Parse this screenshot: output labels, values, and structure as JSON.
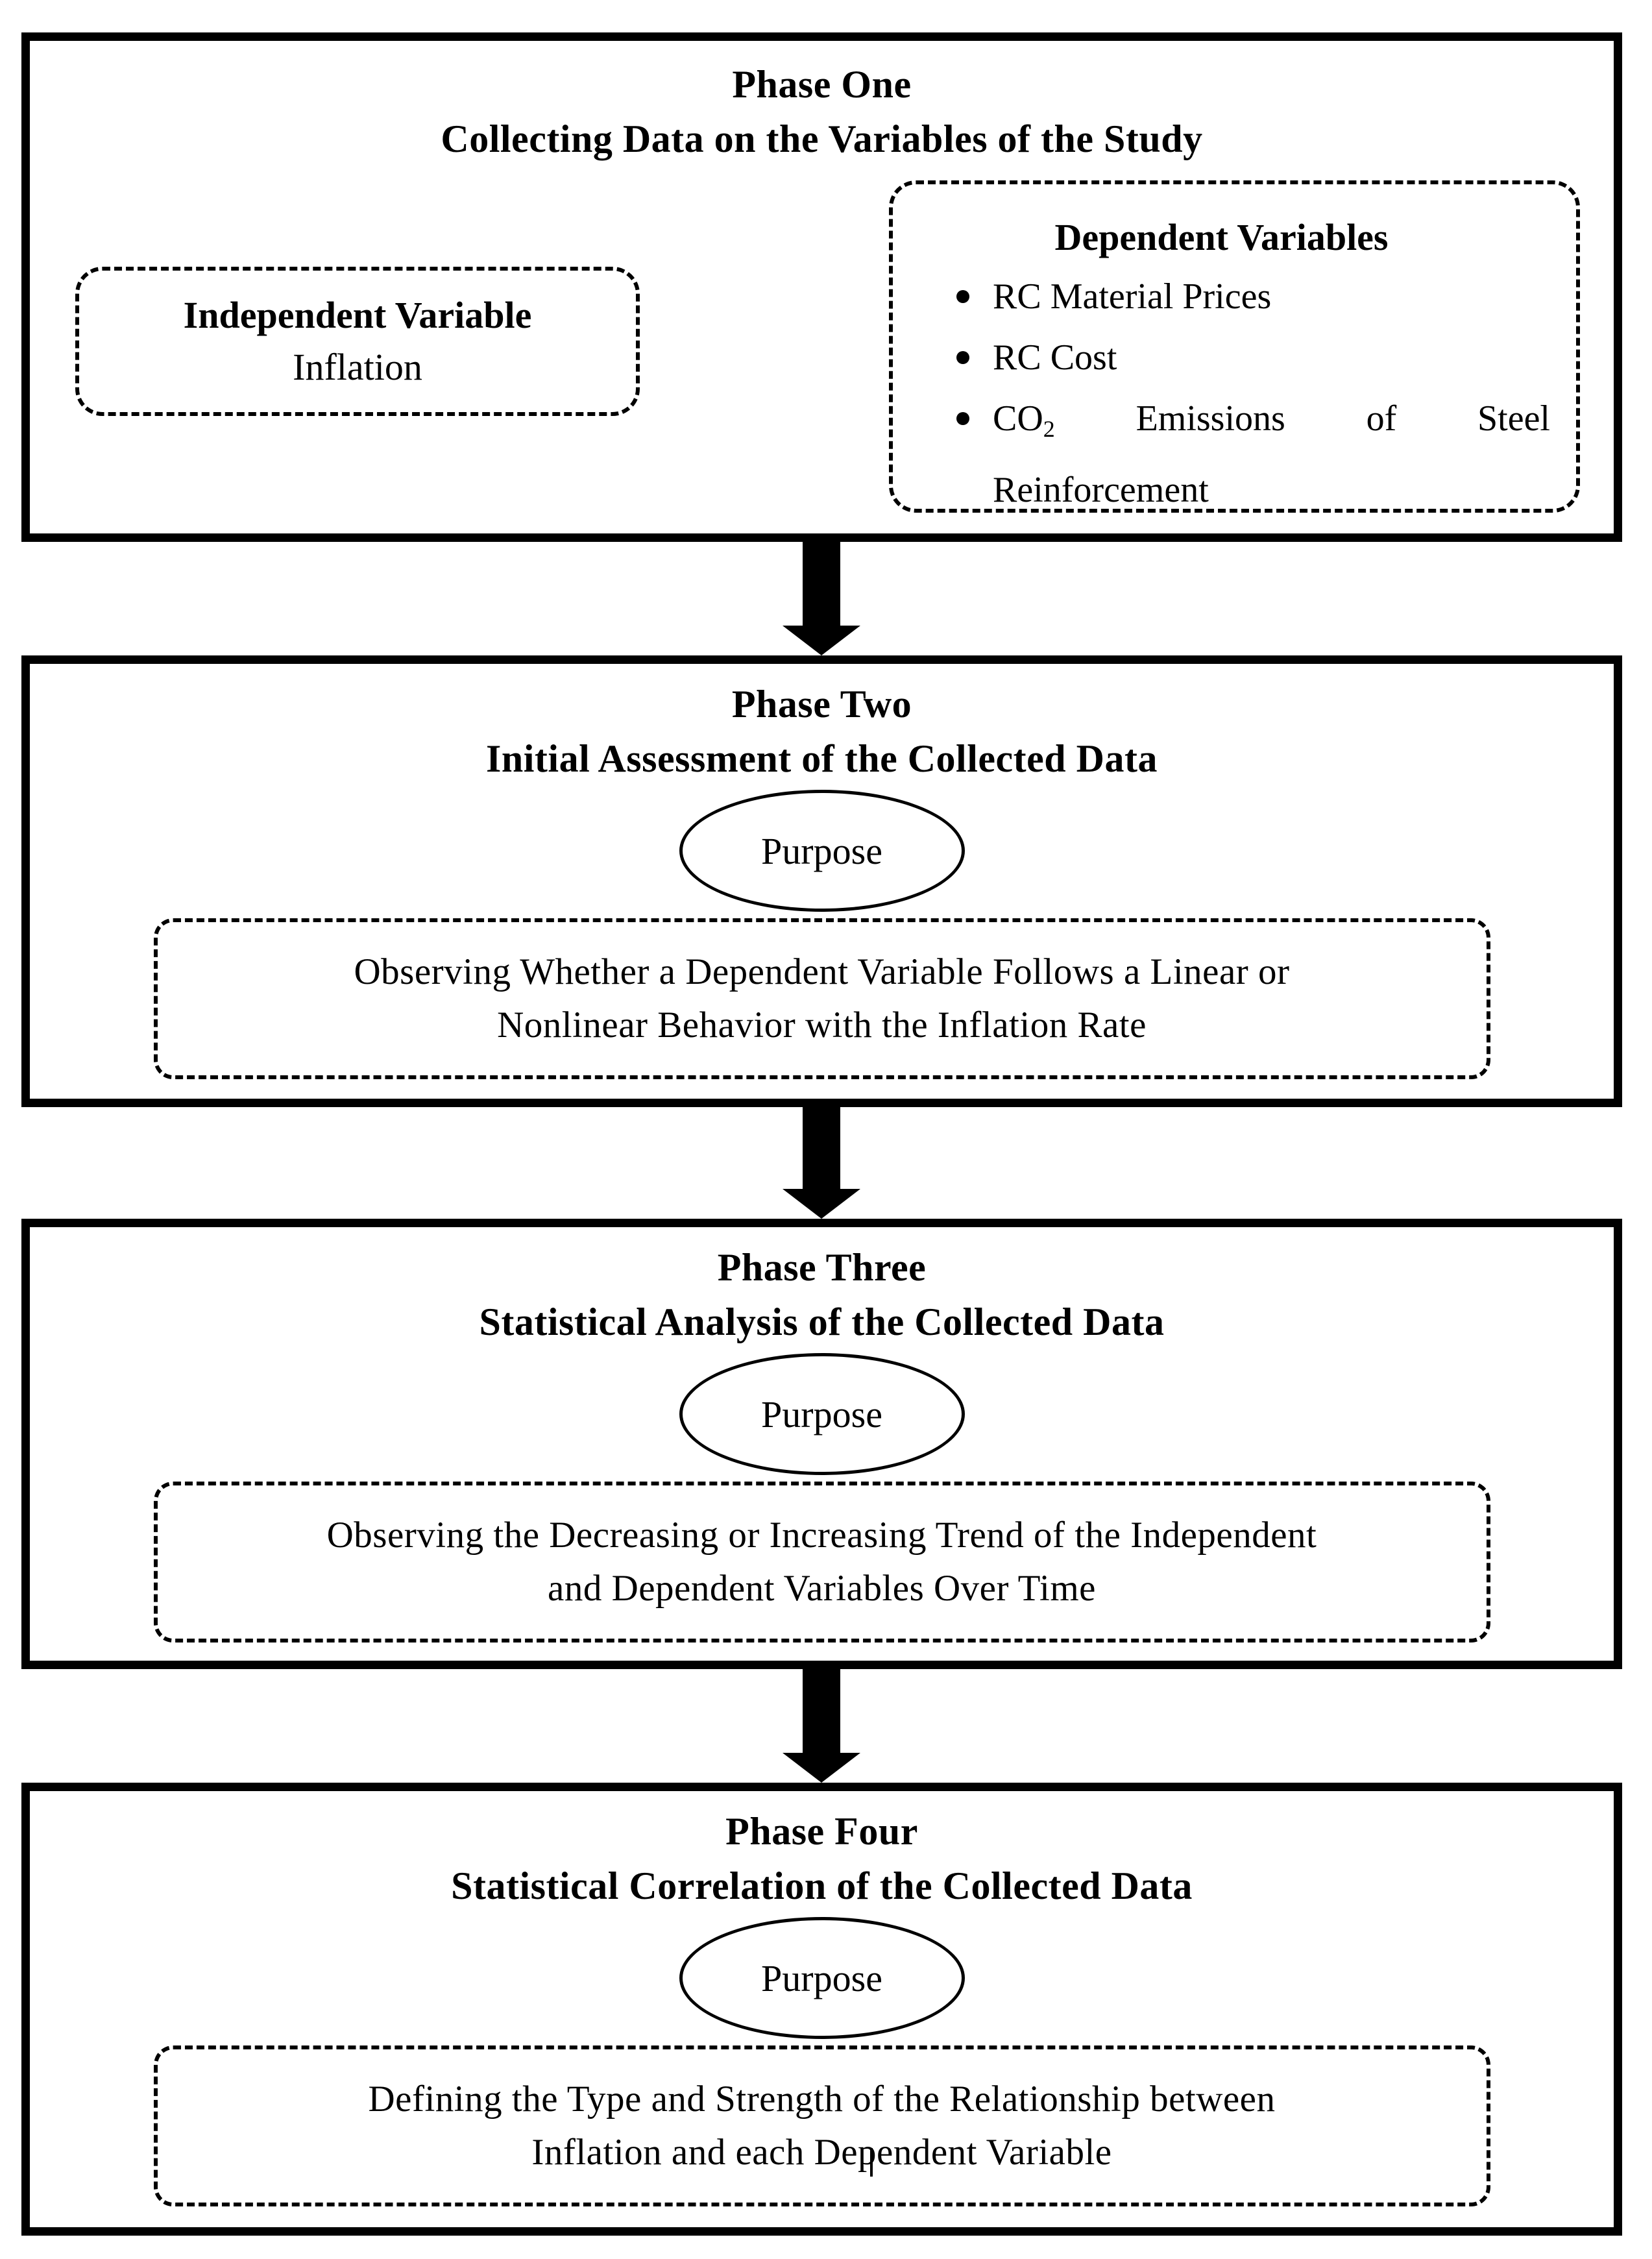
{
  "colors": {
    "ink": "#000000",
    "paper": "#ffffff"
  },
  "phase1": {
    "title1": "Phase One",
    "title2": "Collecting Data on the Variables of the Study",
    "independent": {
      "heading": "Independent Variable",
      "value": "Inflation"
    },
    "dependent": {
      "heading": "Dependent Variables",
      "item1": "RC Material Prices",
      "item2": "RC Cost",
      "item3_word1": "CO",
      "item3_word1_sub": "2",
      "item3_word2": "Emissions",
      "item3_word3": "of",
      "item3_word4": "Steel",
      "item3_line2": "Reinforcement"
    }
  },
  "phase2": {
    "title1": "Phase Two",
    "title2": "Initial Assessment of the Collected Data",
    "purpose": "Purpose",
    "body_line1": "Observing Whether a Dependent Variable Follows a Linear or",
    "body_line2": "Nonlinear Behavior with the Inflation Rate"
  },
  "phase3": {
    "title1": "Phase Three",
    "title2": "Statistical Analysis of the Collected Data",
    "purpose": "Purpose",
    "body_line1": "Observing the Decreasing or Increasing Trend of the Independent",
    "body_line2": "and Dependent Variables Over Time"
  },
  "phase4": {
    "title1": "Phase Four",
    "title2": "Statistical Correlation of the Collected Data",
    "purpose": "Purpose",
    "body_line1": "Defining the Type and Strength of the Relationship between",
    "body_line2": "Inflation and each Dependent Variable"
  }
}
